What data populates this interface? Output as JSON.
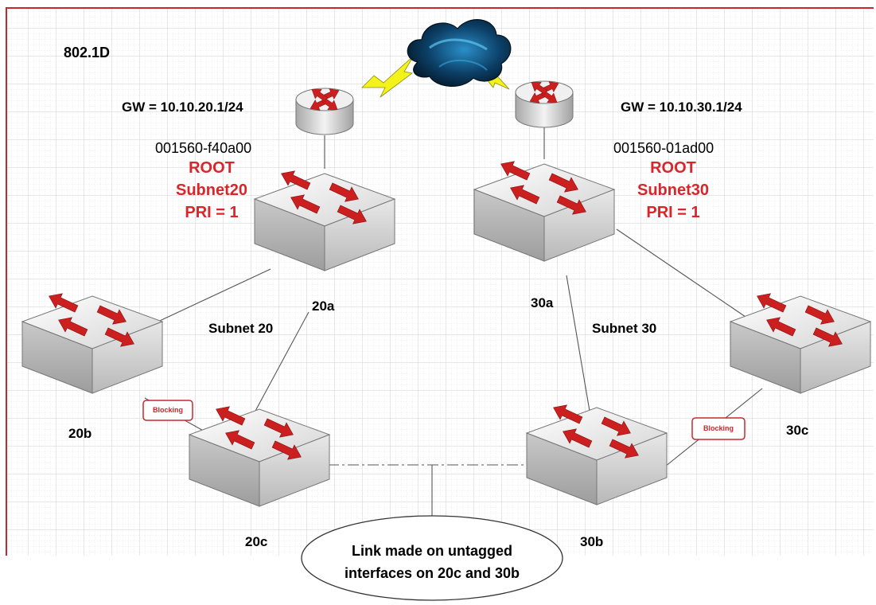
{
  "title": "802.1D",
  "colors": {
    "frame": "#c8282c",
    "arrow": "#cc1f1f",
    "grid": "#d7d7d7",
    "link": "#555555"
  },
  "routers": {
    "left": {
      "gateway": "GW = 10.10.20.1/24"
    },
    "right": {
      "gateway": "GW = 10.10.30.1/24"
    }
  },
  "cloud": {
    "icon": "cloud-icon"
  },
  "switches": {
    "s20a": {
      "label": "20a",
      "mac": "001560-f40a00",
      "role": "ROOT",
      "subnet": "Subnet20",
      "priority": "PRI = 1"
    },
    "s20b": {
      "label": "20b"
    },
    "s20c": {
      "label": "20c"
    },
    "s30a": {
      "label": "30a",
      "mac": "001560-01ad00",
      "role": "ROOT",
      "subnet": "Subnet30",
      "priority": "PRI = 1"
    },
    "s30b": {
      "label": "30b"
    },
    "s30c": {
      "label": "30c"
    }
  },
  "subnets": {
    "left": "Subnet 20",
    "right": "Subnet 30"
  },
  "blocking": {
    "left": "Blocking",
    "right": "Blocking"
  },
  "callout": {
    "line1": "Link made on untagged",
    "line2": "interfaces on 20c and 30b"
  }
}
